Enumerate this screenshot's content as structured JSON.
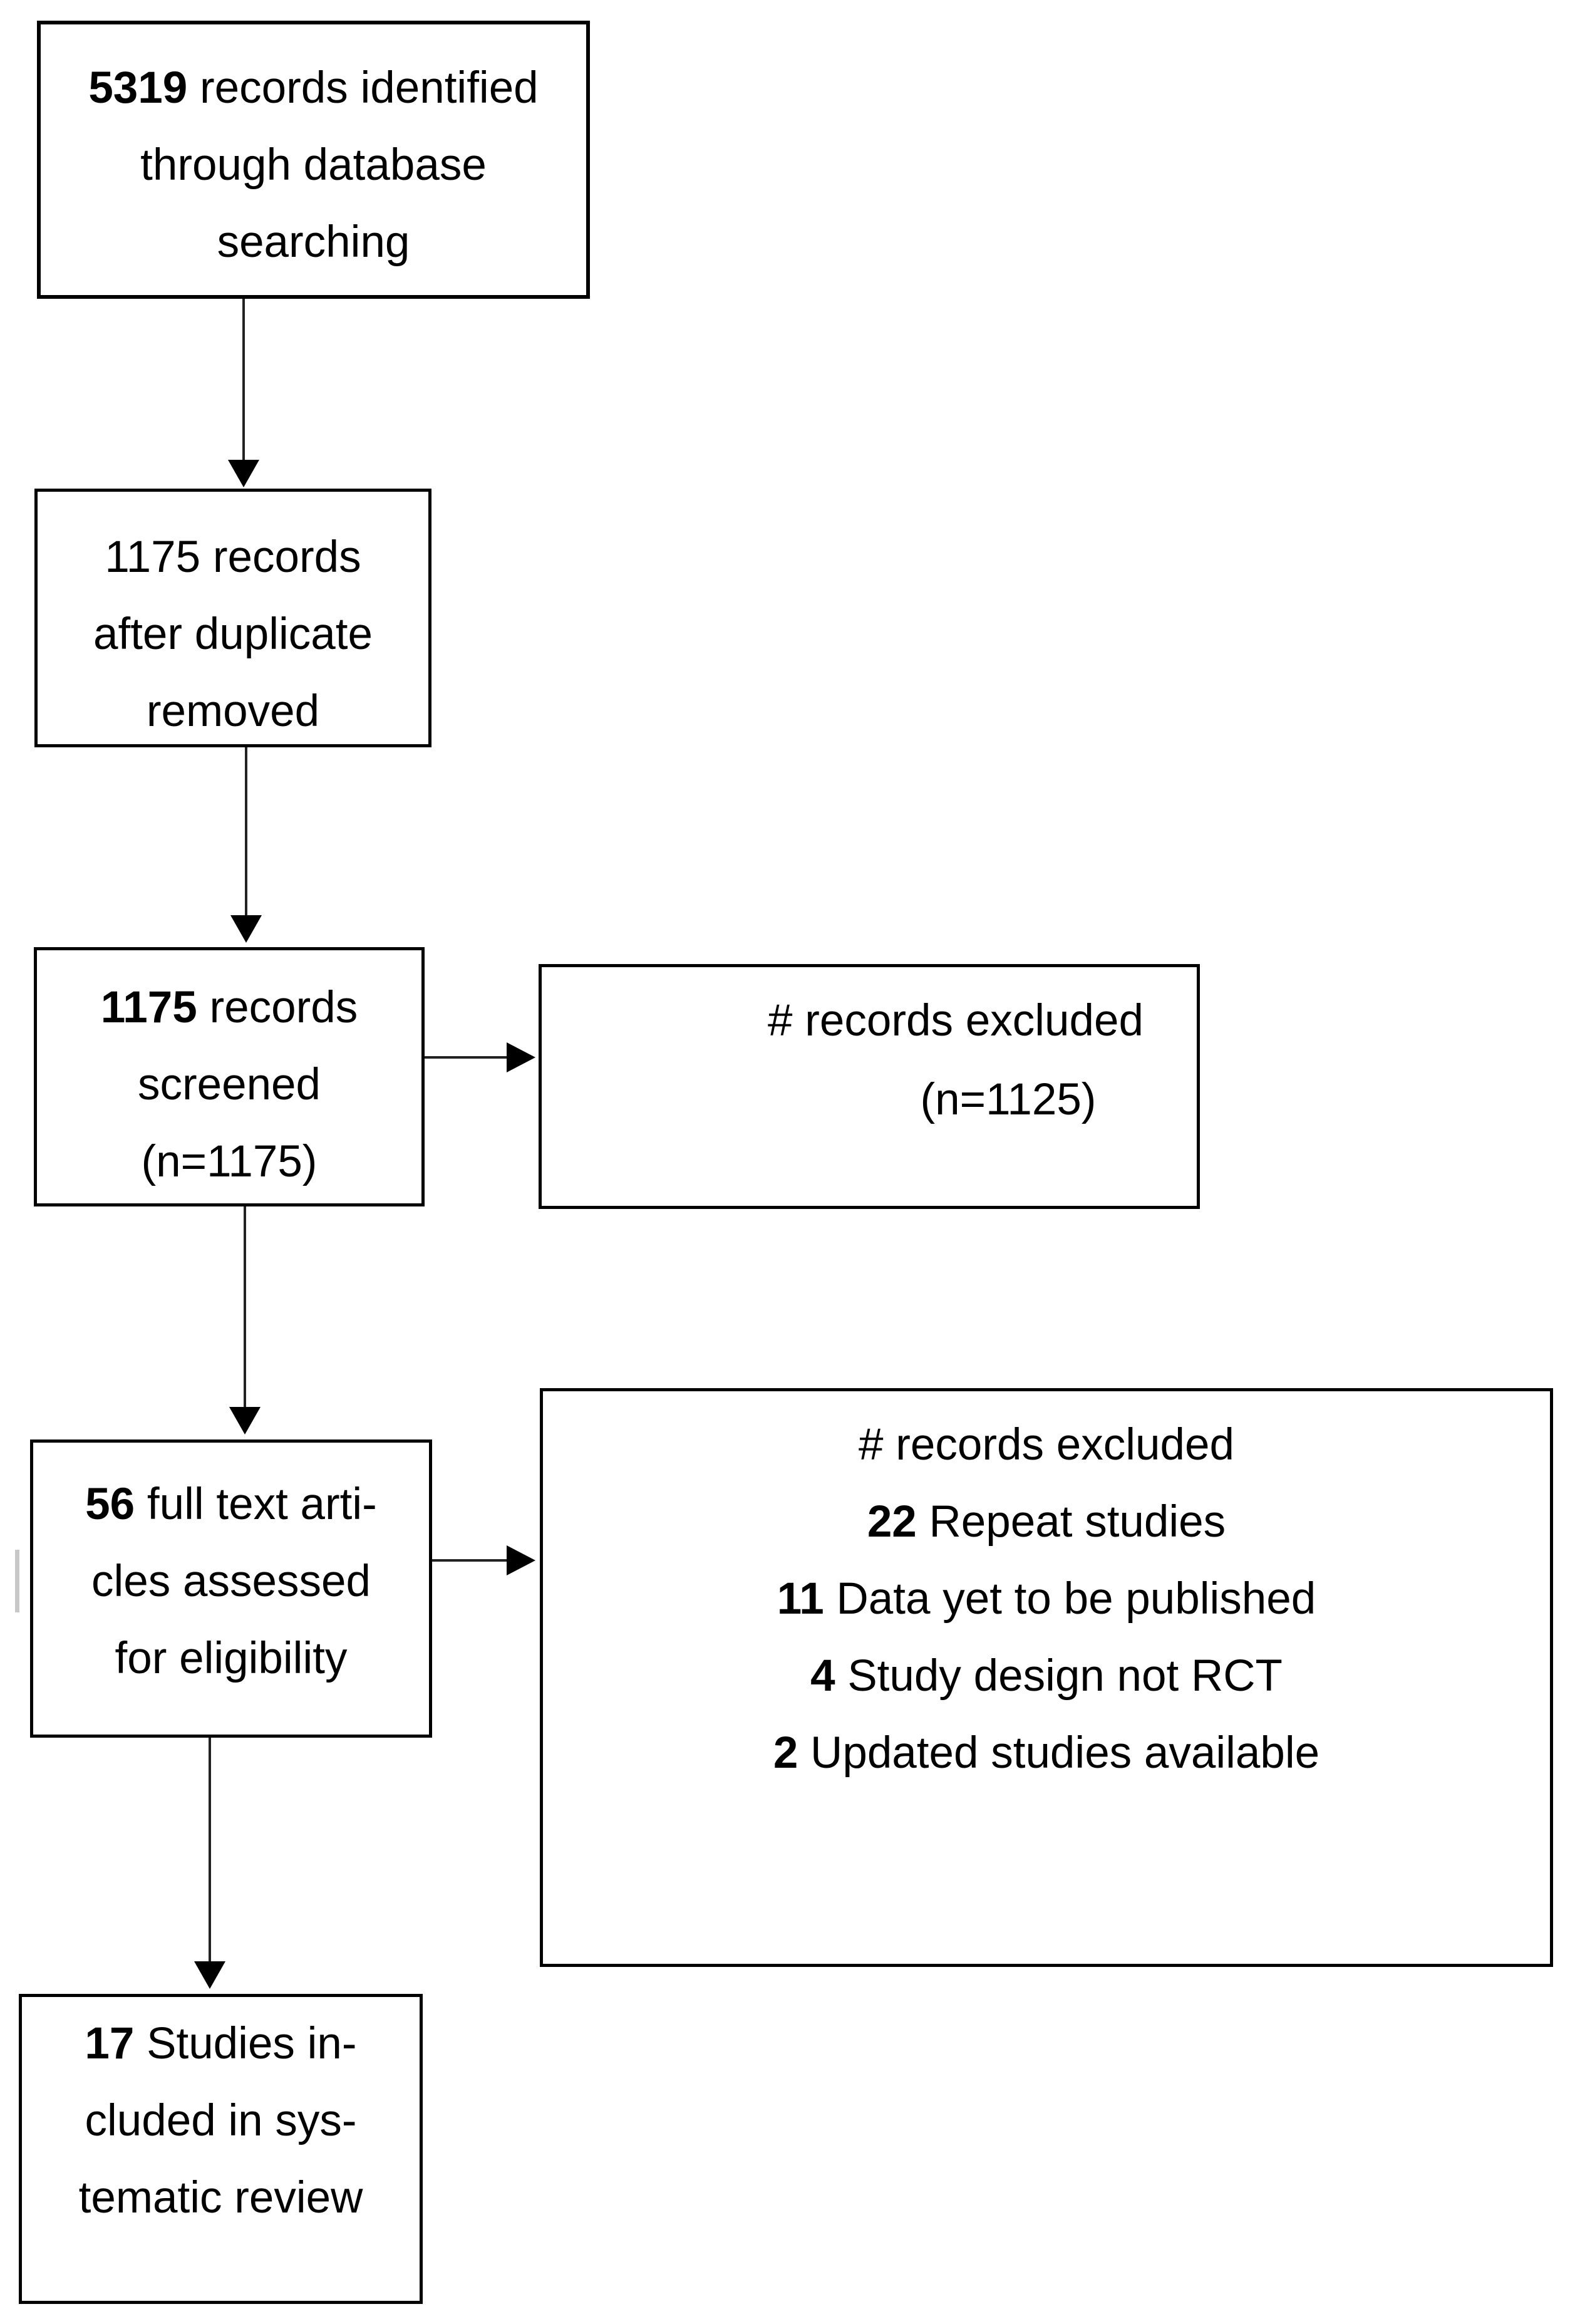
{
  "diagram": {
    "type": "prisma-flow",
    "background_color": "#ffffff",
    "line_color": "#000000",
    "boxes": {
      "identified": {
        "lines": [
          {
            "b": "5319",
            "t": " records identified"
          },
          {
            "b": "",
            "t": "through database"
          },
          {
            "b": "",
            "t": "searching"
          }
        ]
      },
      "dedup": {
        "lines": [
          {
            "b": "",
            "t": "1175 records"
          },
          {
            "b": "",
            "t": "after duplicate"
          },
          {
            "b": "",
            "t": "removed"
          }
        ]
      },
      "screened": {
        "lines": [
          {
            "b": "1175",
            "t": " records"
          },
          {
            "b": "",
            "t": "screened"
          },
          {
            "b": "",
            "t": "(n=1175)"
          }
        ]
      },
      "screen_excluded": {
        "lines": [
          {
            "b": "",
            "t": "# records excluded"
          },
          {
            "b": "",
            "t": "(n=1125)"
          }
        ]
      },
      "fulltext": {
        "lines": [
          {
            "b": "56",
            "t": " full text arti-"
          },
          {
            "b": "",
            "t": "cles assessed"
          },
          {
            "b": "",
            "t": "for eligibility"
          }
        ]
      },
      "fulltext_excluded": {
        "lines": [
          {
            "b": "",
            "t": "# records excluded"
          },
          {
            "b": "22",
            "t": " Repeat studies"
          },
          {
            "b": "11",
            "t": " Data yet to be published"
          },
          {
            "b": "4",
            "t": " Study design not RCT"
          },
          {
            "b": "2",
            "t": " Updated studies available"
          }
        ]
      },
      "included": {
        "lines": [
          {
            "b": "17",
            "t": " Studies in-"
          },
          {
            "b": "",
            "t": "cluded in sys-"
          },
          {
            "b": "",
            "t": "tematic review"
          }
        ]
      }
    }
  }
}
